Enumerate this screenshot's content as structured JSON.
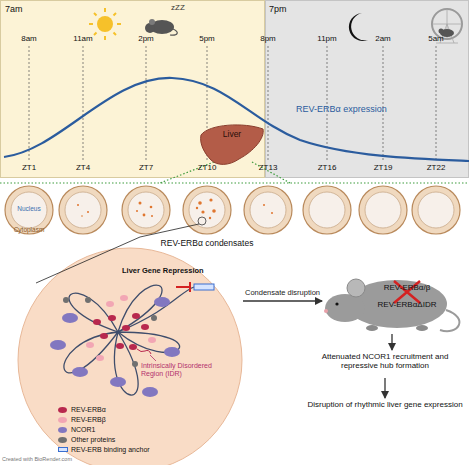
{
  "diagram": {
    "nodes": [
      {
        "text": [
          "7am"
        ]
      },
      {
        "text": [
          "Liver"
        ],
        "in": 0
      },
      {
        "text": [
          "7pm"
        ]
      },
      {
        "text": [
          "Liver Gene Repression",
          "Intrinsically Disordered Region (IDR)"
        ]
      },
      {
        "text": [
          "REV-ERBα/β",
          "REV-ERBαΔIDR"
        ]
      },
      {
        "text": [
          "Attenuated NCOR1 recruitment and repressive hub formation"
        ]
      },
      {
        "text": [
          "Disruption of rhythmic liver gene expression"
        ]
      }
    ],
    "edges": [
      {
        "from": 3,
        "to": 4,
        "label": "Condensate disruption",
        "arrow": "to"
      },
      {
        "from": 4,
        "to": 5,
        "arrow": "to"
      },
      {
        "from": 5,
        "to": 6,
        "arrow": "to"
      }
    ],
    "labels": [
      "8am",
      "11am",
      "2pm",
      "5pm",
      "8pm",
      "11pm",
      "2am",
      "5am",
      "ZT1",
      "ZT4",
      "ZT7",
      "ZT10",
      "ZT13",
      "ZT16",
      "ZT19",
      "ZT22",
      "zZZ",
      "REV-ERBα expression",
      "Nucleus",
      "Cytoplasm",
      "REV-ERBα condensates",
      "Created with BioRender.com"
    ],
    "legend": [
      {
        "text": "REV-ERBα",
        "color": "#b8284e"
      },
      {
        "text": "REV-ERBβ",
        "color": "#f2a6b4"
      },
      {
        "text": "NCOR1",
        "color": "#8277c0"
      },
      {
        "text": "Other proteins",
        "color": "#707070"
      },
      {
        "text": "REV-ERB binding anchor"
      }
    ]
  }
}
